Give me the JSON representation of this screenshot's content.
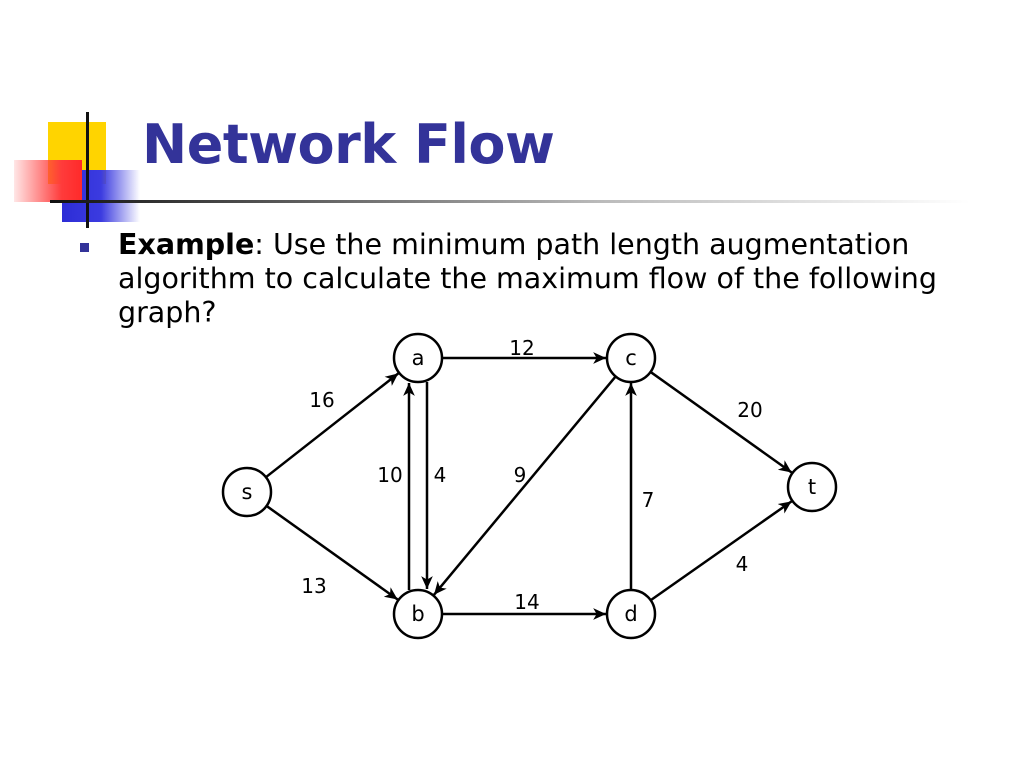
{
  "slide": {
    "title": "Network Flow",
    "bullet": {
      "bold_label": "Example",
      "text": ": Use the minimum path length augmentation algorithm to calculate the maximum flow of the following graph?"
    }
  },
  "graph": {
    "nodes": [
      {
        "id": "s",
        "label": "s"
      },
      {
        "id": "a",
        "label": "a"
      },
      {
        "id": "b",
        "label": "b"
      },
      {
        "id": "c",
        "label": "c"
      },
      {
        "id": "d",
        "label": "d"
      },
      {
        "id": "t",
        "label": "t"
      }
    ],
    "edges": [
      {
        "from": "s",
        "to": "a",
        "capacity": "16"
      },
      {
        "from": "s",
        "to": "b",
        "capacity": "13"
      },
      {
        "from": "a",
        "to": "c",
        "capacity": "12"
      },
      {
        "from": "b",
        "to": "a",
        "capacity": "10"
      },
      {
        "from": "a",
        "to": "b",
        "capacity": "4"
      },
      {
        "from": "c",
        "to": "b",
        "capacity": "9"
      },
      {
        "from": "b",
        "to": "d",
        "capacity": "14"
      },
      {
        "from": "d",
        "to": "c",
        "capacity": "7"
      },
      {
        "from": "c",
        "to": "t",
        "capacity": "20"
      },
      {
        "from": "d",
        "to": "t",
        "capacity": "4"
      }
    ]
  }
}
